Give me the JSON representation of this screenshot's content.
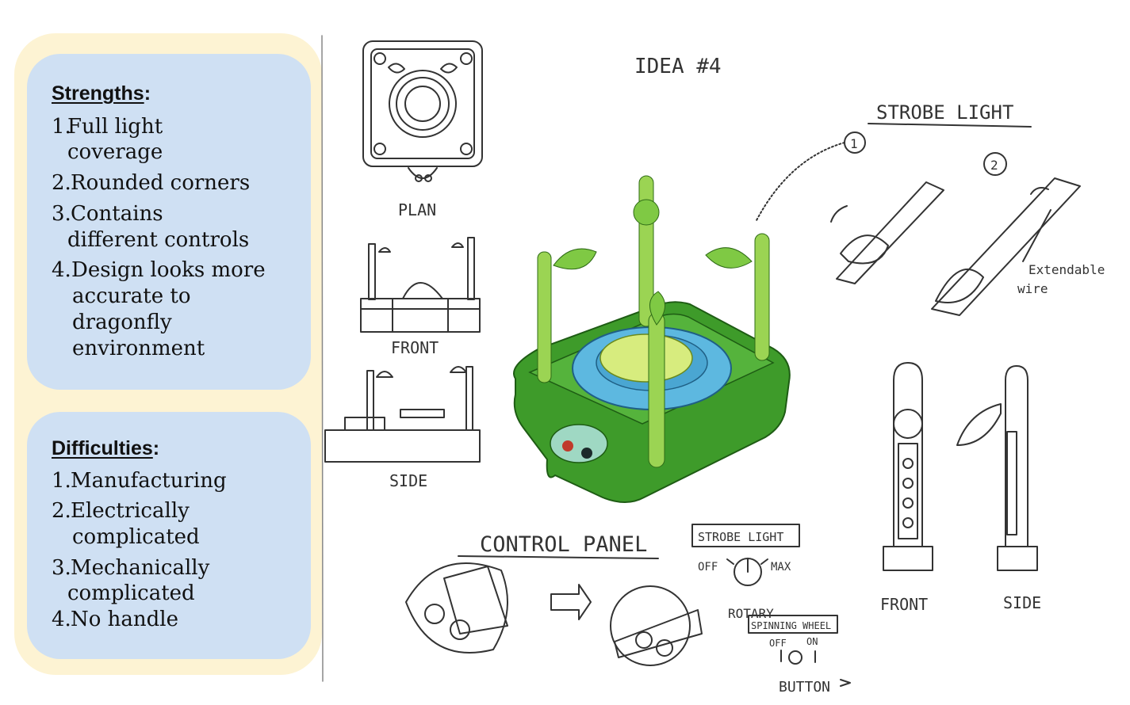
{
  "strengths": {
    "heading": "Strengths",
    "items": [
      {
        "num": "1.",
        "lines": [
          "Full light",
          "coverage"
        ]
      },
      {
        "num": "2.",
        "lines": [
          "Rounded corners"
        ]
      },
      {
        "num": "3.",
        "lines": [
          "Contains",
          "different controls"
        ]
      },
      {
        "num": "4.",
        "lines": [
          "Design looks more",
          "accurate to",
          "dragonfly",
          "environment"
        ]
      }
    ]
  },
  "difficulties": {
    "heading": "Difficulties",
    "items": [
      {
        "num": "1.",
        "lines": [
          "Manufacturing"
        ]
      },
      {
        "num": "2.",
        "lines": [
          "Electrically",
          "complicated"
        ]
      },
      {
        "num": "3.",
        "lines": [
          "Mechanically",
          "complicated"
        ]
      },
      {
        "num": "4.",
        "lines": [
          "No handle"
        ]
      }
    ]
  },
  "sketch": {
    "title": "IDEA #4",
    "plan_label": "PLAN",
    "front_label": "FRONT",
    "side_label": "SIDE",
    "strobe_title": "STROBE LIGHT",
    "strobe_num_1": "1",
    "strobe_num_2": "2",
    "extendable_label": "Extendable",
    "wire_label": "wire",
    "control_panel_title": "CONTROL PANEL",
    "strobe_box_label": "STROBE LIGHT",
    "off_label": "OFF",
    "max_label": "MAX",
    "rotary_label": "ROTARY",
    "spinning_wheel_label": "SPINNING WHEEL",
    "sw_off_label": "OFF",
    "sw_on_label": "ON",
    "button_label": "BUTTON",
    "stem_front_label": "FRONT",
    "stem_side_label": "SIDE"
  },
  "colors": {
    "panel_outer": "#fdf3d3",
    "panel_inner": "#cfe0f3",
    "base_green": "#3e9b2a",
    "pool_blue": "#5db8e0",
    "lily_green": "#d7ec7e"
  }
}
